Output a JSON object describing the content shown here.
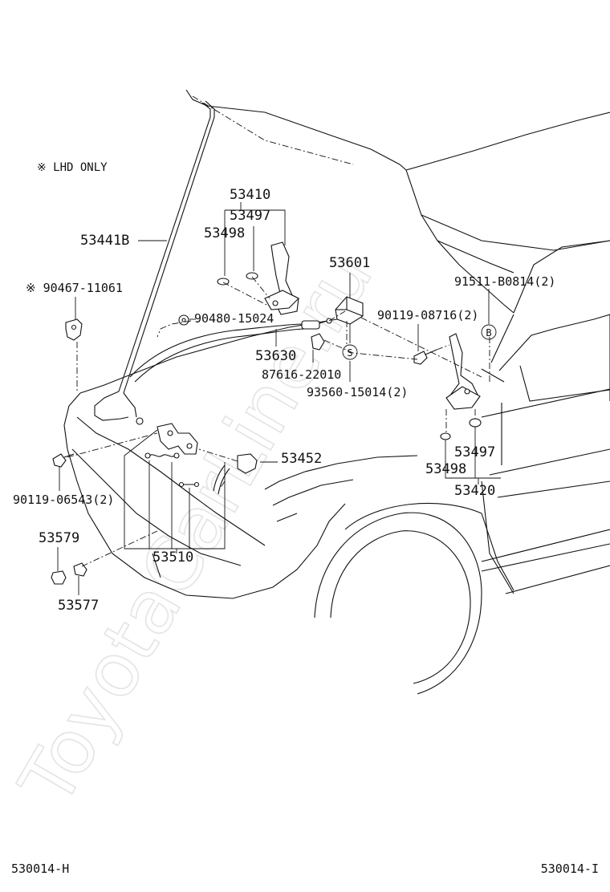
{
  "note": "※ LHD ONLY",
  "watermark": "ToyotaCarLine.ru",
  "footer": {
    "left": "530014-H",
    "right": "530014-I"
  },
  "callout_marks": {
    "s": "S",
    "b": "B"
  },
  "labels": {
    "p53410": "53410",
    "p53497_top": "53497",
    "p53498_top": "53498",
    "p53441b": "53441B",
    "p90467": "※ 90467-11061",
    "p53601": "53601",
    "p91511": "91511-B0814(2)",
    "p90480": "90480-15024",
    "p90119_08716": "90119-08716(2)",
    "p53630": "53630",
    "p87616": "87616-22010",
    "p93560": "93560-15014(2)",
    "p53452": "53452",
    "p53497_right": "53497",
    "p53498_right": "53498",
    "p53420": "53420",
    "p90119_06543": "90119-06543(2)",
    "p53579": "53579",
    "p53510": "53510",
    "p53577": "53577"
  }
}
